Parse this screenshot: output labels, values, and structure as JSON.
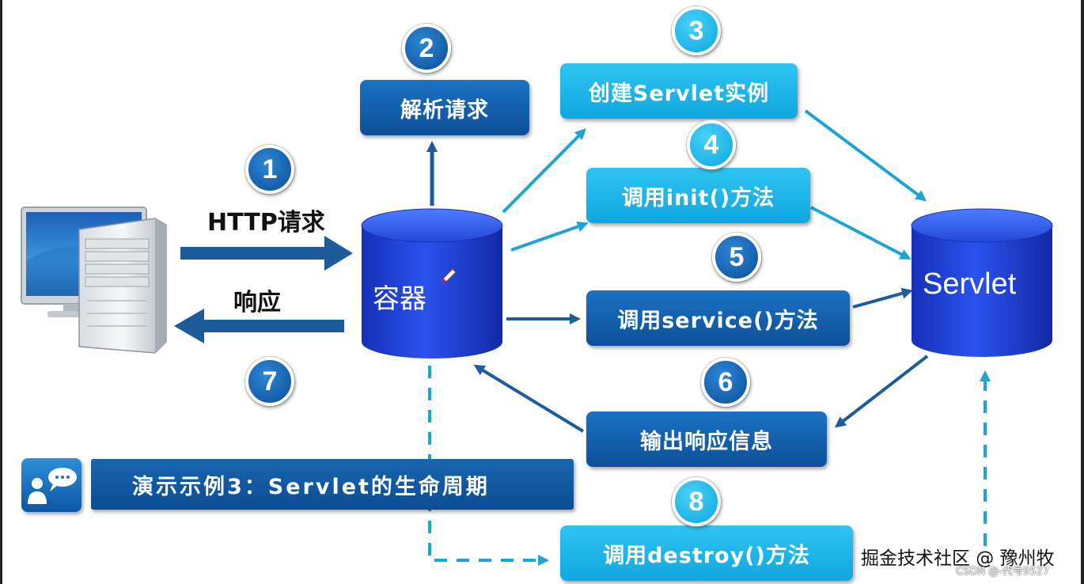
{
  "diagram": {
    "client": {
      "icon": "computer-icon"
    },
    "container": {
      "label": "容器"
    },
    "servlet": {
      "label": "Servlet"
    },
    "steps": [
      {
        "number": "1",
        "label": "HTTP请求"
      },
      {
        "number": "2",
        "label": "解析请求"
      },
      {
        "number": "3",
        "label": "创建Servlet实例"
      },
      {
        "number": "4",
        "label": "调用init()方法"
      },
      {
        "number": "5",
        "label": "调用service()方法"
      },
      {
        "number": "6",
        "label": "输出响应信息"
      },
      {
        "number": "7",
        "label": "响应"
      },
      {
        "number": "8",
        "label": "调用destroy()方法"
      }
    ],
    "demo_title": "演示示例3：Servlet的生命周期",
    "demo_icon": "chat-user-icon"
  },
  "watermark": {
    "main": "掘金技术社区 @ 豫州牧",
    "sub": "CSDN @-代号9527"
  },
  "colors": {
    "dark_blue": "#0d5aa8",
    "light_blue": "#17aee6",
    "cylinder_blue": "#1f3fd8",
    "arrow_dark": "#1d5b9a",
    "arrow_light": "#1ea3d6"
  }
}
